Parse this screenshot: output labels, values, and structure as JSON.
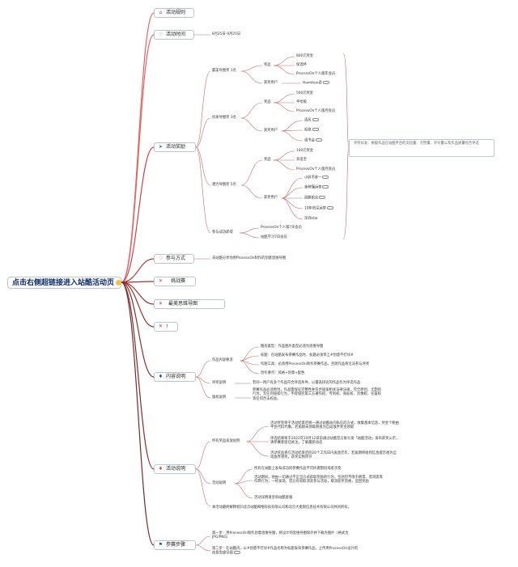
{
  "root": {
    "title": "点击右侧超链接进入站酷活动页"
  },
  "nodes": {
    "rules": {
      "label": "活动规则",
      "icon": "home-icon"
    },
    "time": {
      "label": "活动时间",
      "icon": "heart-icon",
      "value": "8月25日-9月25日"
    },
    "awards": {
      "label": "活动奖励",
      "icon": "send-icon",
      "best": {
        "label": "最美导图奖 1名",
        "prize_label": "奖品",
        "prizes": [
          "800元奖金",
          "保温杯",
          "ProcessOn个人版年会员"
        ],
        "winner_label": "获奖用户",
        "winners": [
          "Hamilton君"
        ]
      },
      "excellent": {
        "label": "优质导图奖 3名",
        "prize_label": "奖品",
        "prizes": [
          "500元奖金",
          "手绘板",
          "ProcessOn个人版月会员"
        ],
        "winner_label": "获奖用户",
        "winners": [
          "清风",
          "拒绝",
          "请书会"
        ]
      },
      "potential": {
        "label": "潜力导图奖 5名",
        "prize_label": "奖品",
        "prizes": [
          "100元奖金",
          "充电宝",
          "ProcessOn个人版月会员"
        ],
        "winner_label": "获奖用户",
        "winners": [
          "小胖不胖一",
          "美萌懂运营",
          "周鹏航克",
          "10年资深运营",
          "深圳star"
        ]
      },
      "participation": {
        "label": "参与成功即得",
        "items": [
          "ProcessOn个人版7天会员",
          "站酷学习7日会员"
        ]
      },
      "criteria": "评奖标准：根据作品在站酷平台的浏览量、点赞量、评论量以及作品质量综合评选"
    },
    "join": {
      "label": "参与方式",
      "icon": "heart-icon",
      "value": "去站酷分享你用ProcessOn制作的创意思维导图"
    },
    "challenge": {
      "label": "挑战赛",
      "icon": "tools-icon"
    },
    "best_map": {
      "label": "最美思维导图",
      "icon": "tools-icon"
    },
    "exclaim": {
      "label": "!",
      "icon": "tools-icon"
    },
    "content": {
      "label": "内容说明",
      "icon": "flame-icon",
      "requirements": {
        "label": "作品内容要求",
        "items": [
          "图形类型：作品图片类型必须为思维导图",
          "标题：在站酷发布参赛作品时，标题必须带上#创意不打烊#",
          "作图工具：必须用ProcessOn制作参赛作品，否则作品将无法参与评奖",
          "创作要点：风格+创意+配色"
        ]
      },
      "review": {
        "label": "评奖说明",
        "text": "若同一用户有多个作品符合评选条件，以最高排名的作品作为评选作品"
      },
      "copyright": {
        "label": "版权说明",
        "text": "参赛作品必须原创，作品需保证完整性并符合国家相关法律法规，完全原创，无剽窃行为，无任何侵权行为，不得侵犯第三方著作权、专利权、商标权、肖像权、名誉权等任何合法权益。"
      }
    },
    "event": {
      "label": "活动说明",
      "icon": "flame-icon",
      "prize_delivery": {
        "label": "所有奖品发放说明",
        "items": [
          "活动奖金将于活动结束后统一通过站酷站内私信的方式，收集基本信息，奖金个税由平台代扣代缴。若逾期未领取则视为自动放弃奖金领取",
          "评选结果将于2022年10月12日前通过站酷官方账号发「站酷活动」发布获奖公示，请参赛者密切关注，了解最新动态",
          "活动奖品将在活动结束后的20个工作日内发放完毕，若逾期将收到信息提示视为自动放弃领奖，获奖实物库存"
        ]
      },
      "notes": {
        "label": "活动说明",
        "items": [
          "所有在站酷上发布成功的参赛作品不可抄袭剽窃或者涉及",
          "活动期间，他由一切通过不正当方式获取奖励的行为，包括但不限于刷票、黑洞恶等作弊行为；一经发现，官方有权取消其参与活动，取消获奖资格，追回奖励",
          "活动详情请咨询站酷客服"
        ]
      },
      "final": "本活动最终解释权归北京站酷网络科技有限公司和北京大麦银信息技术有限公司共同所有。"
    },
    "steps": {
      "label": "参赛步骤",
      "icon": "flag-icon",
      "items": [
        "第一步：用ProcessOn制作创意思维导图，将设计的思维导图保存并下载为图片（格式为JPG/PNG）",
        "第二步：在站酷内，以#创意不打烊#作品名称为标题发布参赛作品，上传用ProcessOn设计的创意思维导图"
      ]
    }
  },
  "colors": {
    "line_top": "#e06f6f",
    "line_mid": "#b33a3a",
    "line_low": "#7e2a2a",
    "root_text": "#0b2a6f",
    "border": "#b9c4cf"
  }
}
